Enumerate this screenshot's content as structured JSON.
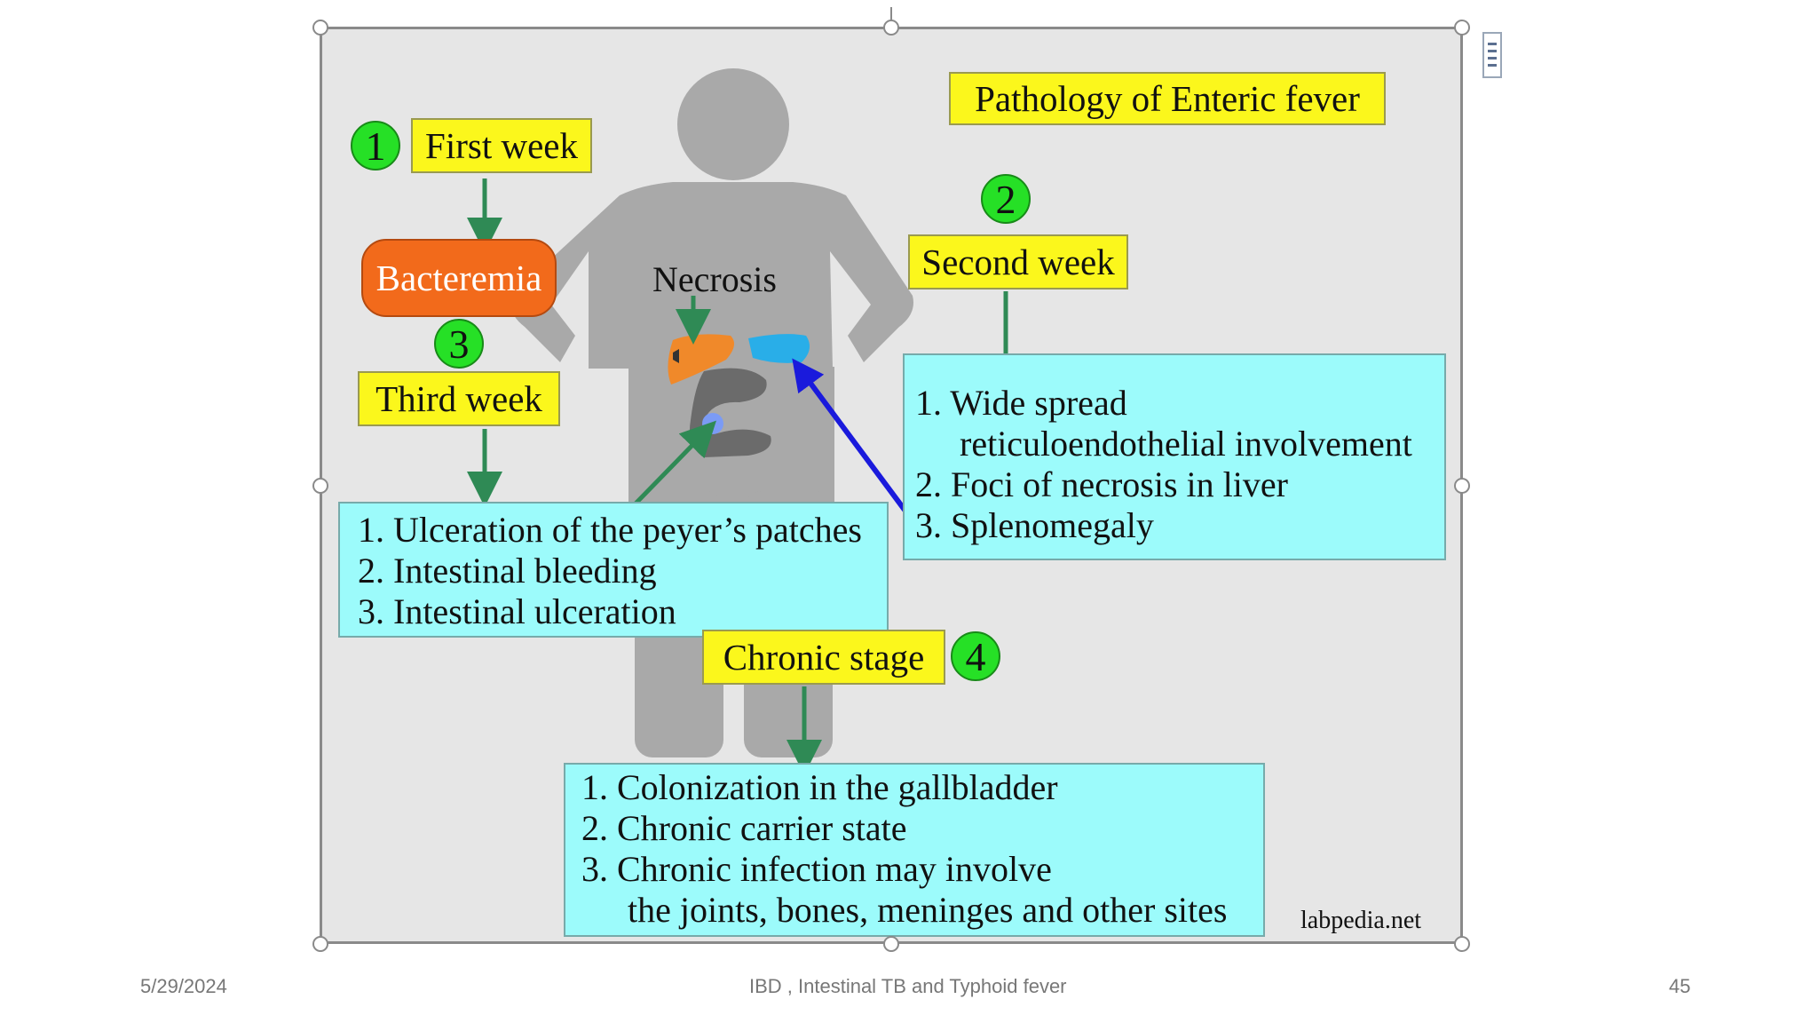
{
  "slide": {
    "title": "Pathology of Enteric fever",
    "weeks": {
      "first": {
        "num": "1",
        "label": "First week",
        "result": "Bacteremia"
      },
      "second": {
        "num": "2",
        "label": "Second week",
        "items": [
          "1. Wide spread",
          "reticuloendothelial involvement",
          "2. Foci of necrosis in liver",
          "3. Splenomegaly"
        ]
      },
      "third": {
        "num": "3",
        "label": "Third week",
        "items": [
          "1. Ulceration of the peyer’s patches",
          "2. Intestinal bleeding",
          "3. Intestinal ulceration"
        ]
      },
      "chronic": {
        "num": "4",
        "label": "Chronic stage",
        "items": [
          "1. Colonization in the gallbladder",
          "2. Chronic carrier state",
          "3. Chronic infection may involve",
          "the joints, bones, meninges and other sites"
        ]
      }
    },
    "necrosis_label": "Necrosis",
    "watermark": "labpedia.net"
  },
  "footer": {
    "date": "5/29/2024",
    "title": "IBD , Intestinal TB and Typhoid fever",
    "page": "45"
  },
  "colors": {
    "label_yellow": "#fbf71c",
    "box_cyan": "#9cfbfb",
    "badge_green": "#26e026",
    "arrow_green": "#2f8a55",
    "arrow_blue": "#1a1adc",
    "bacteremia_orange": "#f26a1b",
    "liver_orange": "#f0892a",
    "spleen_blue": "#29aee8",
    "silhouette_gray": "#a9a9a9"
  }
}
